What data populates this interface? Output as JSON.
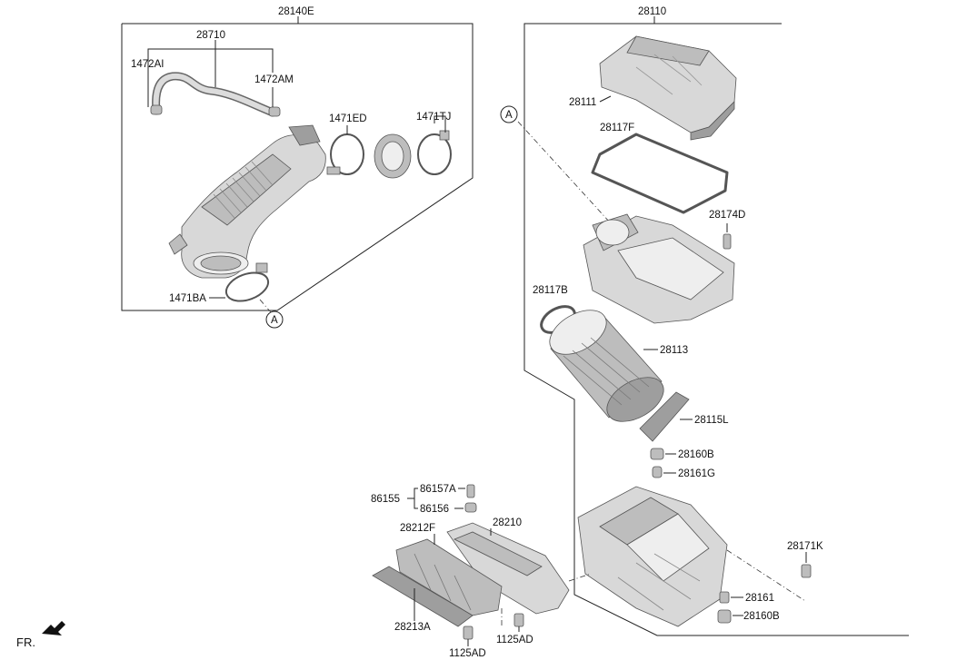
{
  "callouts": {
    "c28140E": "28140E",
    "c28110": "28110",
    "c28710": "28710",
    "c1472AI": "1472AI",
    "c1472AM": "1472AM",
    "c1471ED": "1471ED",
    "c1471TJ": "1471TJ",
    "c1471BA": "1471BA",
    "c28111": "28111",
    "c28117F": "28117F",
    "c28174D": "28174D",
    "c28117B": "28117B",
    "c28113": "28113",
    "c28115L": "28115L",
    "c28160B_top": "28160B",
    "c28161G": "28161G",
    "c86157A": "86157A",
    "c86155": "86155",
    "c86156": "86156",
    "c28212F": "28212F",
    "c28210": "28210",
    "c28213A": "28213A",
    "c1125AD_a": "1125AD",
    "c1125AD_b": "1125AD",
    "c28171K": "28171K",
    "c28161": "28161",
    "c28160B_bot": "28160B"
  },
  "reference_marks": {
    "ref_top": "A",
    "ref_bottom": "A"
  },
  "direction": {
    "front_label": "FR."
  },
  "icons": {
    "front_arrow": "arrow-left-down-icon"
  }
}
